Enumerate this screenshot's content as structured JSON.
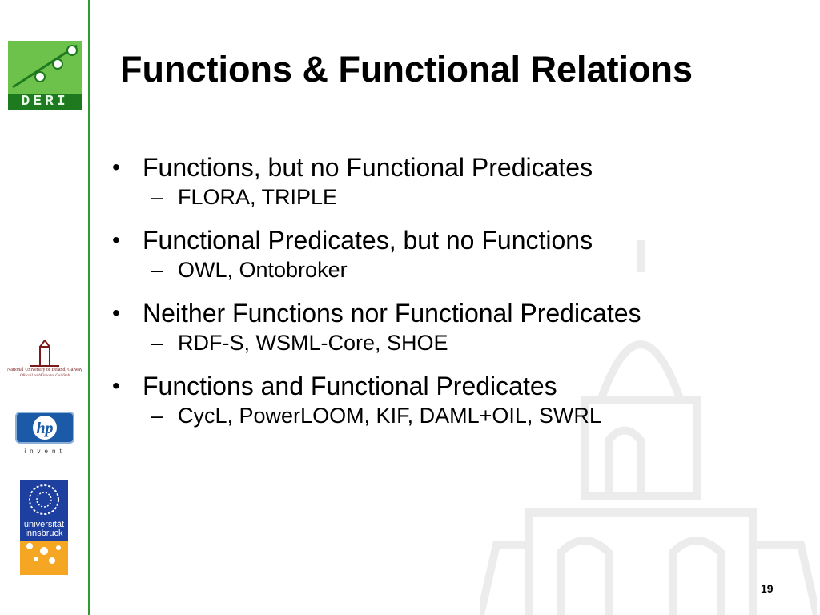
{
  "slide": {
    "title": "Functions & Functional Relations",
    "page_number": "19"
  },
  "bullets": [
    {
      "text": "Functions, but no Functional Predicates",
      "sub": "FLORA, TRIPLE"
    },
    {
      "text": "Functional Predicates, but no Functions",
      "sub": "OWL, Ontobroker"
    },
    {
      "text": "Neither Functions nor Functional Predicates",
      "sub": "RDF-S, WSML-Core, SHOE"
    },
    {
      "text": "Functions and Functional Predicates",
      "sub": "CycL, PowerLOOM, KIF, DAML+OIL, SWRL"
    }
  ],
  "symbols": {
    "bullet": "•",
    "dash": "–"
  },
  "logos": {
    "deri": "DERI",
    "nuig_line1": "National University of Ireland, Galway",
    "nuig_line2": "Ollscoil na hÉireann, Gaillimh",
    "hp": "hp",
    "hp_tagline": "invent",
    "innsbruck_line1": "universität",
    "innsbruck_line2": "innsbruck"
  },
  "colors": {
    "accent_green": "#2e9b2e",
    "deri_green": "#6cc24a",
    "hp_blue": "#1a5aa6",
    "innsbruck_blue": "#1c3fa0",
    "innsbruck_orange": "#f5a623"
  }
}
